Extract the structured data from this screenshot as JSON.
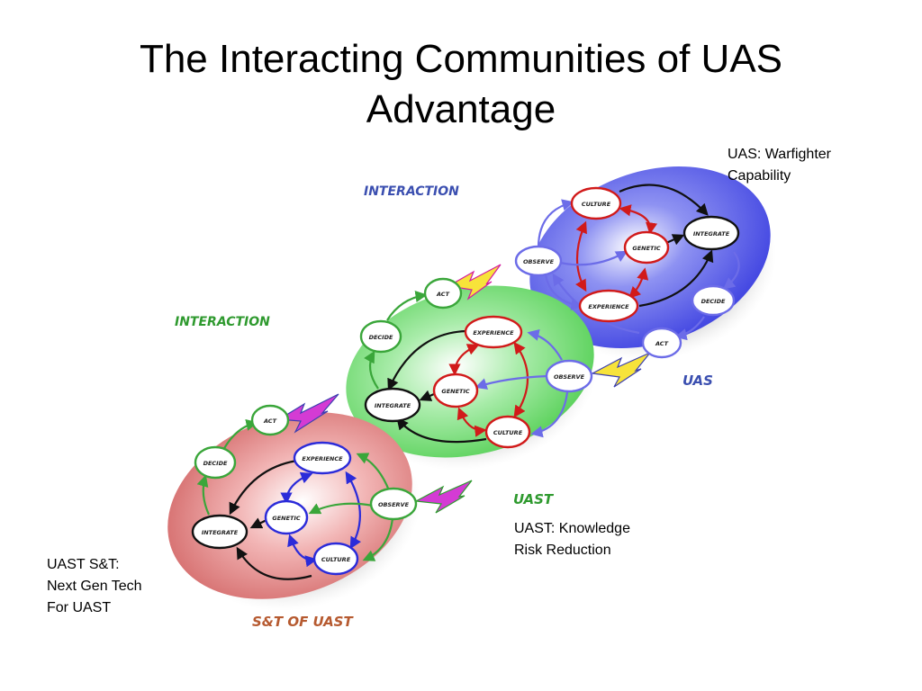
{
  "title": {
    "line1": "The Interacting Communities of UAS",
    "line2": "Advantage"
  },
  "captions": {
    "uas": [
      "UAS: Warfighter",
      "Capability"
    ],
    "uast": [
      "UAST: Knowledge",
      "Risk Reduction"
    ],
    "snt": [
      "UAST S&T:",
      "Next Gen Tech",
      "For UAST"
    ]
  },
  "diagram": {
    "labels": {
      "interaction_top": "INTERACTION",
      "interaction_mid": "INTERACTION",
      "uas": "UAS",
      "uast": "UAST",
      "snt": "S&T OF UAST"
    },
    "nodes": {
      "culture": "CULTURE",
      "genetic": "GENETIC",
      "experience": "EXPERIENCE",
      "integrate": "INTEGRATE",
      "observe": "OBSERVE",
      "decide": "DECIDE",
      "act": "ACT"
    },
    "colors": {
      "uas_fill": "#4a4ee6",
      "uast_fill": "#5fd65f",
      "snt_fill": "#d86a6a",
      "red_arrow": "#d11a1a",
      "blue_arrow": "#2b2bd9",
      "green_arrow": "#3aa63a",
      "black_arrow": "#111111",
      "label_blue": "#3b4fb0",
      "label_green": "#2f9a2f",
      "label_snt": "#b65a30"
    }
  }
}
